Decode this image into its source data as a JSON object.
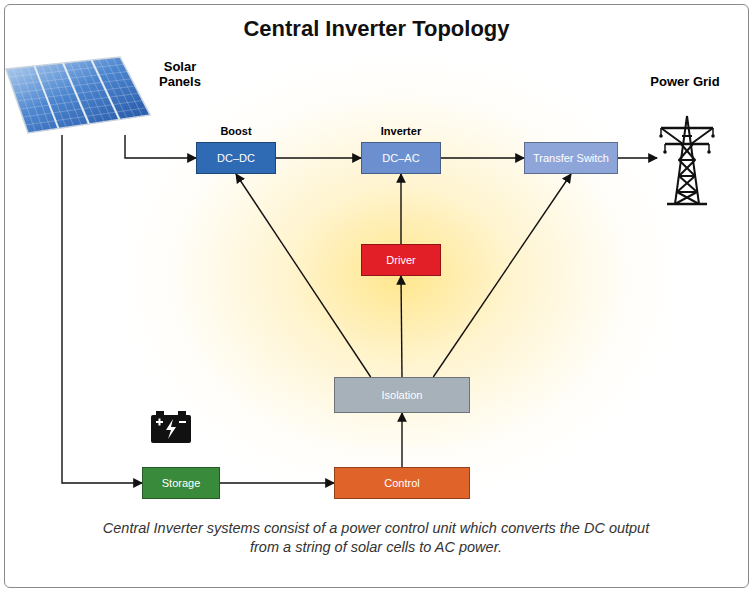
{
  "diagram": {
    "title": "Central Inverter Topology",
    "caption": "Central Inverter systems consist of a power control unit which converts the DC output from a string of solar cells to AC power.",
    "nodes": [
      {
        "text": [
          "Solar Panels"
        ]
      },
      {
        "text": [
          "Boost",
          "DC–DC"
        ]
      },
      {
        "text": [
          "Inverter",
          "DC–AC"
        ]
      },
      {
        "text": [
          "Transfer Switch"
        ]
      },
      {
        "text": [
          "Power Grid"
        ]
      },
      {
        "text": [
          "Driver"
        ]
      },
      {
        "text": [
          "Isolation"
        ]
      },
      {
        "text": [
          "Storage"
        ]
      },
      {
        "text": [
          "Control"
        ]
      }
    ],
    "edges": [
      {
        "from": 0,
        "to": 1,
        "arrow": "to"
      },
      {
        "from": 0,
        "to": 7,
        "arrow": "to"
      },
      {
        "from": 1,
        "to": 2,
        "arrow": "to"
      },
      {
        "from": 2,
        "to": 3,
        "arrow": "to"
      },
      {
        "from": 3,
        "to": 4,
        "arrow": "to"
      },
      {
        "from": 5,
        "to": 2,
        "arrow": "to"
      },
      {
        "from": 6,
        "to": 1,
        "arrow": "to"
      },
      {
        "from": 6,
        "to": 5,
        "arrow": "to"
      },
      {
        "from": 6,
        "to": 3,
        "arrow": "to"
      },
      {
        "from": 7,
        "to": 8,
        "arrow": "to"
      },
      {
        "from": 8,
        "to": 6,
        "arrow": "to"
      }
    ]
  }
}
